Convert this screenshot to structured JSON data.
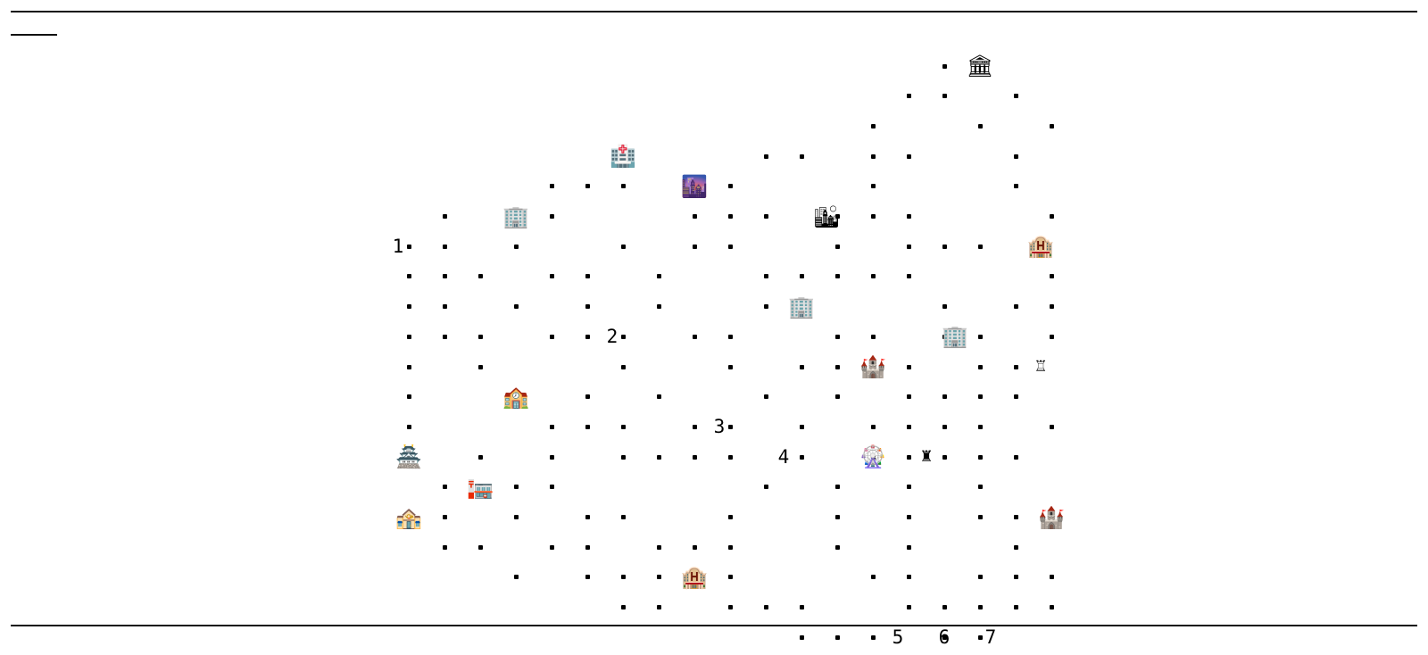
{
  "board": {
    "cell_width": 40,
    "cell_height": 33.7,
    "dots": [
      [
        15,
        0
      ],
      [
        14,
        1
      ],
      [
        15,
        1
      ],
      [
        17,
        1
      ],
      [
        13,
        2
      ],
      [
        16,
        2
      ],
      [
        18,
        2
      ],
      [
        6,
        3
      ],
      [
        10,
        3
      ],
      [
        11,
        3
      ],
      [
        13,
        3
      ],
      [
        14,
        3
      ],
      [
        17,
        3
      ],
      [
        4,
        4
      ],
      [
        5,
        4
      ],
      [
        6,
        4
      ],
      [
        8,
        4
      ],
      [
        9,
        4
      ],
      [
        13,
        4
      ],
      [
        17,
        4
      ],
      [
        1,
        5
      ],
      [
        3,
        5
      ],
      [
        4,
        5
      ],
      [
        8,
        5
      ],
      [
        9,
        5
      ],
      [
        10,
        5
      ],
      [
        12,
        5
      ],
      [
        13,
        5
      ],
      [
        14,
        5
      ],
      [
        18,
        5
      ],
      [
        0,
        6
      ],
      [
        1,
        6
      ],
      [
        3,
        6
      ],
      [
        6,
        6
      ],
      [
        8,
        6
      ],
      [
        9,
        6
      ],
      [
        12,
        6
      ],
      [
        14,
        6
      ],
      [
        15,
        6
      ],
      [
        16,
        6
      ],
      [
        0,
        7
      ],
      [
        1,
        7
      ],
      [
        2,
        7
      ],
      [
        4,
        7
      ],
      [
        5,
        7
      ],
      [
        7,
        7
      ],
      [
        10,
        7
      ],
      [
        11,
        7
      ],
      [
        12,
        7
      ],
      [
        13,
        7
      ],
      [
        14,
        7
      ],
      [
        18,
        7
      ],
      [
        0,
        8
      ],
      [
        1,
        8
      ],
      [
        3,
        8
      ],
      [
        5,
        8
      ],
      [
        7,
        8
      ],
      [
        10,
        8
      ],
      [
        11,
        8
      ],
      [
        15,
        8
      ],
      [
        17,
        8
      ],
      [
        18,
        8
      ],
      [
        0,
        9
      ],
      [
        1,
        9
      ],
      [
        2,
        9
      ],
      [
        4,
        9
      ],
      [
        5,
        9
      ],
      [
        6,
        9
      ],
      [
        8,
        9
      ],
      [
        9,
        9
      ],
      [
        12,
        9
      ],
      [
        13,
        9
      ],
      [
        15,
        9
      ],
      [
        16,
        9
      ],
      [
        18,
        9
      ],
      [
        0,
        10
      ],
      [
        2,
        10
      ],
      [
        6,
        10
      ],
      [
        9,
        10
      ],
      [
        11,
        10
      ],
      [
        12,
        10
      ],
      [
        14,
        10
      ],
      [
        16,
        10
      ],
      [
        17,
        10
      ],
      [
        0,
        11
      ],
      [
        3,
        11
      ],
      [
        5,
        11
      ],
      [
        7,
        11
      ],
      [
        10,
        11
      ],
      [
        12,
        11
      ],
      [
        14,
        11
      ],
      [
        15,
        11
      ],
      [
        16,
        11
      ],
      [
        17,
        11
      ],
      [
        0,
        12
      ],
      [
        4,
        12
      ],
      [
        5,
        12
      ],
      [
        6,
        12
      ],
      [
        8,
        12
      ],
      [
        9,
        12
      ],
      [
        11,
        12
      ],
      [
        13,
        12
      ],
      [
        14,
        12
      ],
      [
        15,
        12
      ],
      [
        16,
        12
      ],
      [
        18,
        12
      ],
      [
        0,
        13
      ],
      [
        2,
        13
      ],
      [
        4,
        13
      ],
      [
        6,
        13
      ],
      [
        7,
        13
      ],
      [
        8,
        13
      ],
      [
        9,
        13
      ],
      [
        11,
        13
      ],
      [
        13,
        13
      ],
      [
        14,
        13
      ],
      [
        15,
        13
      ],
      [
        16,
        13
      ],
      [
        17,
        13
      ],
      [
        1,
        14
      ],
      [
        2,
        14
      ],
      [
        3,
        14
      ],
      [
        4,
        14
      ],
      [
        10,
        14
      ],
      [
        12,
        14
      ],
      [
        14,
        14
      ],
      [
        16,
        14
      ],
      [
        0,
        15
      ],
      [
        1,
        15
      ],
      [
        3,
        15
      ],
      [
        5,
        15
      ],
      [
        6,
        15
      ],
      [
        9,
        15
      ],
      [
        12,
        15
      ],
      [
        14,
        15
      ],
      [
        16,
        15
      ],
      [
        17,
        15
      ],
      [
        18,
        15
      ],
      [
        1,
        16
      ],
      [
        2,
        16
      ],
      [
        4,
        16
      ],
      [
        5,
        16
      ],
      [
        7,
        16
      ],
      [
        8,
        16
      ],
      [
        9,
        16
      ],
      [
        12,
        16
      ],
      [
        14,
        16
      ],
      [
        17,
        16
      ],
      [
        3,
        17
      ],
      [
        5,
        17
      ],
      [
        6,
        17
      ],
      [
        7,
        17
      ],
      [
        8,
        17
      ],
      [
        9,
        17
      ],
      [
        13,
        17
      ],
      [
        14,
        17
      ],
      [
        16,
        17
      ],
      [
        17,
        17
      ],
      [
        18,
        17
      ],
      [
        6,
        18
      ],
      [
        7,
        18
      ],
      [
        9,
        18
      ],
      [
        10,
        18
      ],
      [
        11,
        18
      ],
      [
        14,
        18
      ],
      [
        15,
        18
      ],
      [
        16,
        18
      ],
      [
        17,
        18
      ],
      [
        18,
        18
      ],
      [
        11,
        19
      ],
      [
        12,
        19
      ],
      [
        13,
        19
      ],
      [
        15,
        19
      ],
      [
        16,
        19
      ]
    ],
    "labels": [
      {
        "col": -0.3,
        "row": 6,
        "text": "1"
      },
      {
        "col": 5.7,
        "row": 9,
        "text": "2"
      },
      {
        "col": 8.7,
        "row": 12,
        "text": "3"
      },
      {
        "col": 10.5,
        "row": 13,
        "text": "4"
      },
      {
        "col": 13.7,
        "row": 19,
        "text": "5"
      },
      {
        "col": 15,
        "row": 19,
        "text": "6"
      },
      {
        "col": 16.3,
        "row": 19,
        "text": "7"
      }
    ],
    "icons": [
      {
        "col": 16,
        "row": 0,
        "glyph": "🏛",
        "name": "classical-building-icon"
      },
      {
        "col": 6,
        "row": 3,
        "glyph": "🏥",
        "name": "hospital-icon"
      },
      {
        "col": 8,
        "row": 4,
        "glyph": "🌆",
        "name": "cityscape-dusk-icon"
      },
      {
        "col": 3,
        "row": 5,
        "glyph": "🏢",
        "name": "office-building-icon"
      },
      {
        "col": 11.7,
        "row": 5,
        "glyph": "🏙",
        "name": "cityscape-icon"
      },
      {
        "col": 17.7,
        "row": 6,
        "glyph": "🏨",
        "name": "hotel-icon"
      },
      {
        "col": 11,
        "row": 8,
        "glyph": "🏢",
        "name": "office-building-icon"
      },
      {
        "col": 15.3,
        "row": 9,
        "glyph": "🏢",
        "name": "office-building-icon"
      },
      {
        "col": 13,
        "row": 10,
        "glyph": "🏰",
        "name": "castle-icon"
      },
      {
        "col": 17.7,
        "row": 10,
        "glyph": "♖",
        "name": "white-rook-icon",
        "small": true
      },
      {
        "col": 3,
        "row": 11,
        "glyph": "🏫",
        "name": "school-icon"
      },
      {
        "col": 0,
        "row": 13,
        "glyph": "🏯",
        "name": "japanese-castle-icon"
      },
      {
        "col": 13,
        "row": 13,
        "glyph": "🎡",
        "name": "ferris-wheel-icon"
      },
      {
        "col": 14.5,
        "row": 13,
        "glyph": "♜",
        "name": "black-rook-icon",
        "small": true
      },
      {
        "col": 2,
        "row": 14,
        "glyph": "🏣",
        "name": "post-office-icon"
      },
      {
        "col": 0,
        "row": 15,
        "glyph": "🏤",
        "name": "european-post-office-icon"
      },
      {
        "col": 18,
        "row": 15,
        "glyph": "🏰",
        "name": "castle-icon"
      },
      {
        "col": 8,
        "row": 17,
        "glyph": "🏨",
        "name": "hotel-icon"
      }
    ]
  }
}
